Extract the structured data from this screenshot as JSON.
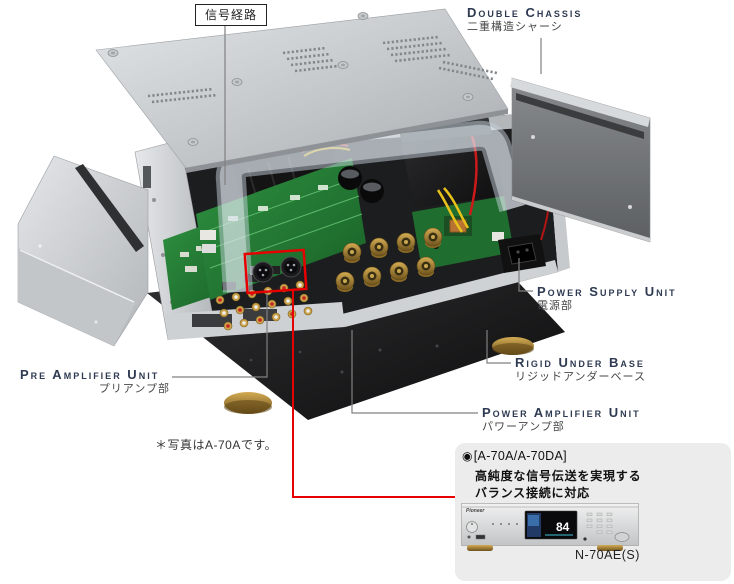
{
  "diagram": {
    "signal_path_tag": "信号経路",
    "note": "＊写真はA-70Aです。",
    "labels": {
      "double_chassis": {
        "en": "Double Chassis",
        "jp": "二重構造シャーシ"
      },
      "power_supply_unit": {
        "en": "Power Supply Unit",
        "jp": "電源部"
      },
      "rigid_under_base": {
        "en": "Rigid Under Base",
        "jp": "リジッドアンダーベース"
      },
      "pre_amplifier_unit": {
        "en": "Pre Amplifier Unit",
        "jp": "プリアンプ部"
      },
      "power_amplifier_unit": {
        "en": "Power Amplifier Unit",
        "jp": "パワーアンプ部"
      }
    }
  },
  "callout": {
    "bullet_icon": "◉",
    "model_heading": "[A-70A/A-70DA]",
    "description_line1": "高純度な信号伝送を実現する",
    "description_line2": "バランス接続に対応",
    "product": {
      "brand": "Pioneer",
      "display_text": "84",
      "model": "N-70AE(S)"
    }
  },
  "colors": {
    "label_en": "#2e3a52",
    "label_jp": "#474747",
    "leader_line": "#808080",
    "accent_red": "#e60000",
    "callout_background": "#ececec"
  }
}
